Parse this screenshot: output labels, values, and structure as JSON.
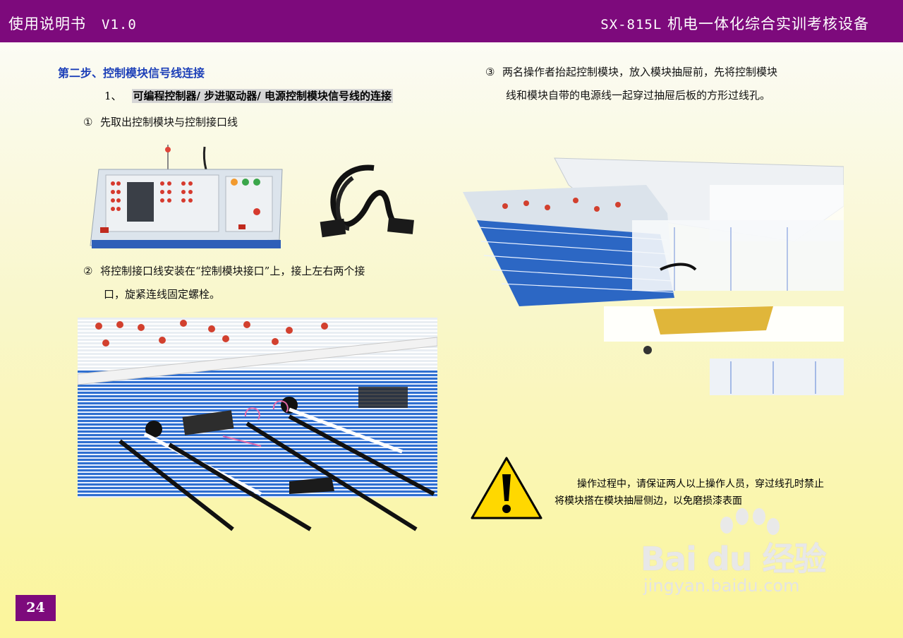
{
  "header": {
    "title": "使用说明书",
    "version": "V1.0",
    "device_code": "SX-815L",
    "device_name": "机电一体化综合实训考核设备"
  },
  "section": {
    "step_title": "第二步、控制模块信号线连接",
    "sub_number": "1、",
    "sub_title": "可编程控制器/ 步进驱动器/ 电源控制模块信号线的连接"
  },
  "steps": [
    {
      "mark": "①",
      "text": "先取出控制模块与控制接口线"
    },
    {
      "mark": "②",
      "line1": "将控制接口线安装在“控制模块接口”上，接上左右两个接",
      "line2": "口，旋紧连线固定螺栓。"
    },
    {
      "mark": "③",
      "line1": "两名操作者抬起控制模块，放入模块抽屉前，先将控制模块",
      "line2": "线和模块自带的电源线一起穿过抽屉后板的方形过线孔。"
    }
  ],
  "warning": {
    "icon": "warning-triangle-icon",
    "line1": "操作过程中，请保证两人以上操作人员，穿过线孔时禁止",
    "line2": "将模块搭在模块抽屉侧边，以免磨损漆表面"
  },
  "page_number": "24",
  "watermark": {
    "brand": "Bai du 经验",
    "url": "jingyan.baidu.com"
  },
  "colors": {
    "header_bg": "#7d0a7c",
    "step_title": "#1c3fb8",
    "warning_yellow": "#ffd800"
  }
}
